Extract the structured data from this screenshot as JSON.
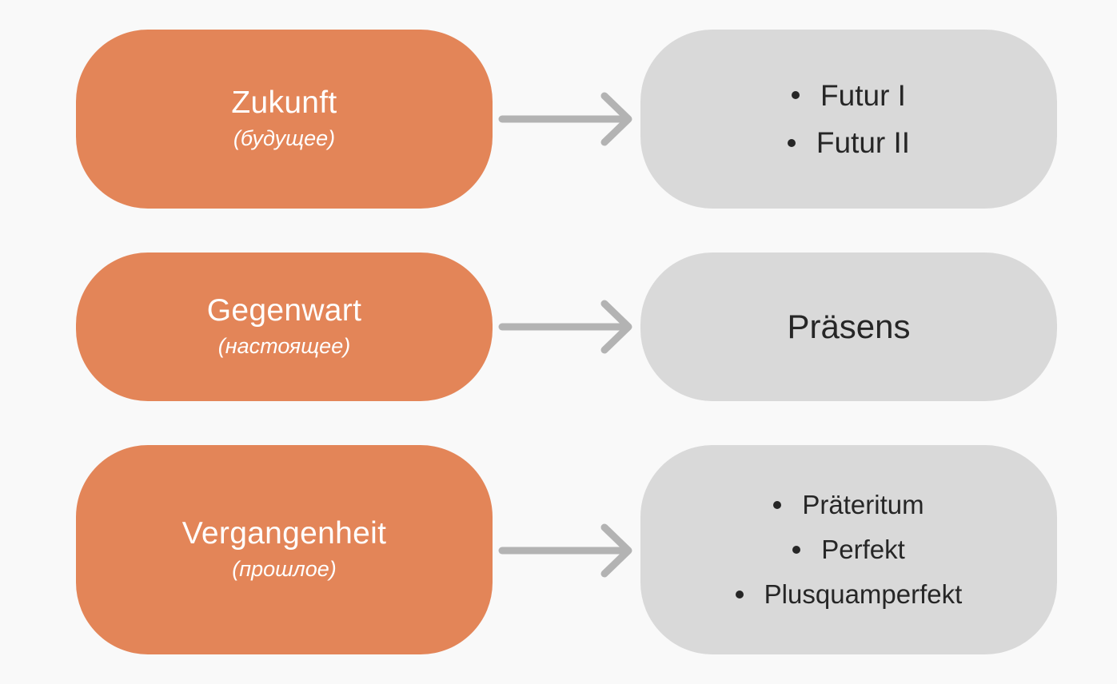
{
  "colors": {
    "background": "#f9f9f9",
    "time_box": "#e38558",
    "tense_box": "#d9d9d9",
    "arrow": "#b3b3b3",
    "text_dark": "#262626",
    "text_light": "#ffffff"
  },
  "rows": [
    {
      "time": "Zukunft",
      "translation": "(будущее)",
      "tenses": [
        "Futur I",
        "Futur II"
      ]
    },
    {
      "time": "Gegenwart",
      "translation": "(настоящее)",
      "tense": "Präsens"
    },
    {
      "time": "Vergangenheit",
      "translation": "(прошлое)",
      "tenses": [
        "Präteritum",
        "Perfekt",
        "Plusquamperfekt"
      ]
    }
  ]
}
